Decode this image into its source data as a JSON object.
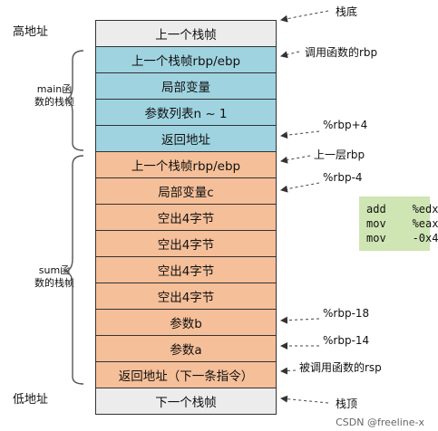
{
  "cells": [
    {
      "text": "上一个栈帧",
      "color": "#ececec"
    },
    {
      "text": "上一个栈帧rbp/ebp",
      "color": "#9fd3e0"
    },
    {
      "text": "局部变量",
      "color": "#9fd3e0"
    },
    {
      "text": "参数列表n ~ 1",
      "color": "#9fd3e0"
    },
    {
      "text": "返回地址",
      "color": "#9fd3e0"
    },
    {
      "text": "上一个栈帧rbp/ebp",
      "color": "#f5bf99"
    },
    {
      "text": "局部变量c",
      "color": "#f5bf99"
    },
    {
      "text": "空出4字节",
      "color": "#f5bf99"
    },
    {
      "text": "空出4字节",
      "color": "#f5bf99"
    },
    {
      "text": "空出4字节",
      "color": "#f5bf99"
    },
    {
      "text": "空出4字节",
      "color": "#f5bf99"
    },
    {
      "text": "参数b",
      "color": "#f5bf99"
    },
    {
      "text": "参数a",
      "color": "#f5bf99"
    },
    {
      "text": "返回地址（下一条指令）",
      "color": "#f5bf99"
    },
    {
      "text": "下一个栈帧",
      "color": "#ececec"
    }
  ],
  "labels": {
    "high_addr": "高地址",
    "low_addr": "低地址",
    "main_frame": "main函数的栈帧",
    "sum_frame": "sum函数的栈帧",
    "stack_bottom": "栈底",
    "stack_top": "栈顶",
    "caller_rbp": "调用函数的rbp",
    "rbp_plus4": "%rbp+4",
    "prev_rbp": "上一层rbp",
    "rbp_minus4": "%rbp-4",
    "rbp_minus18": "%rbp-18",
    "rbp_minus14": "%rbp-14",
    "callee_rsp": "被调用函数的rsp"
  },
  "code_lines": [
    "add    %edx",
    "mov    %eax",
    "mov    -0x4"
  ],
  "watermark": "CSDN @freeline-x"
}
